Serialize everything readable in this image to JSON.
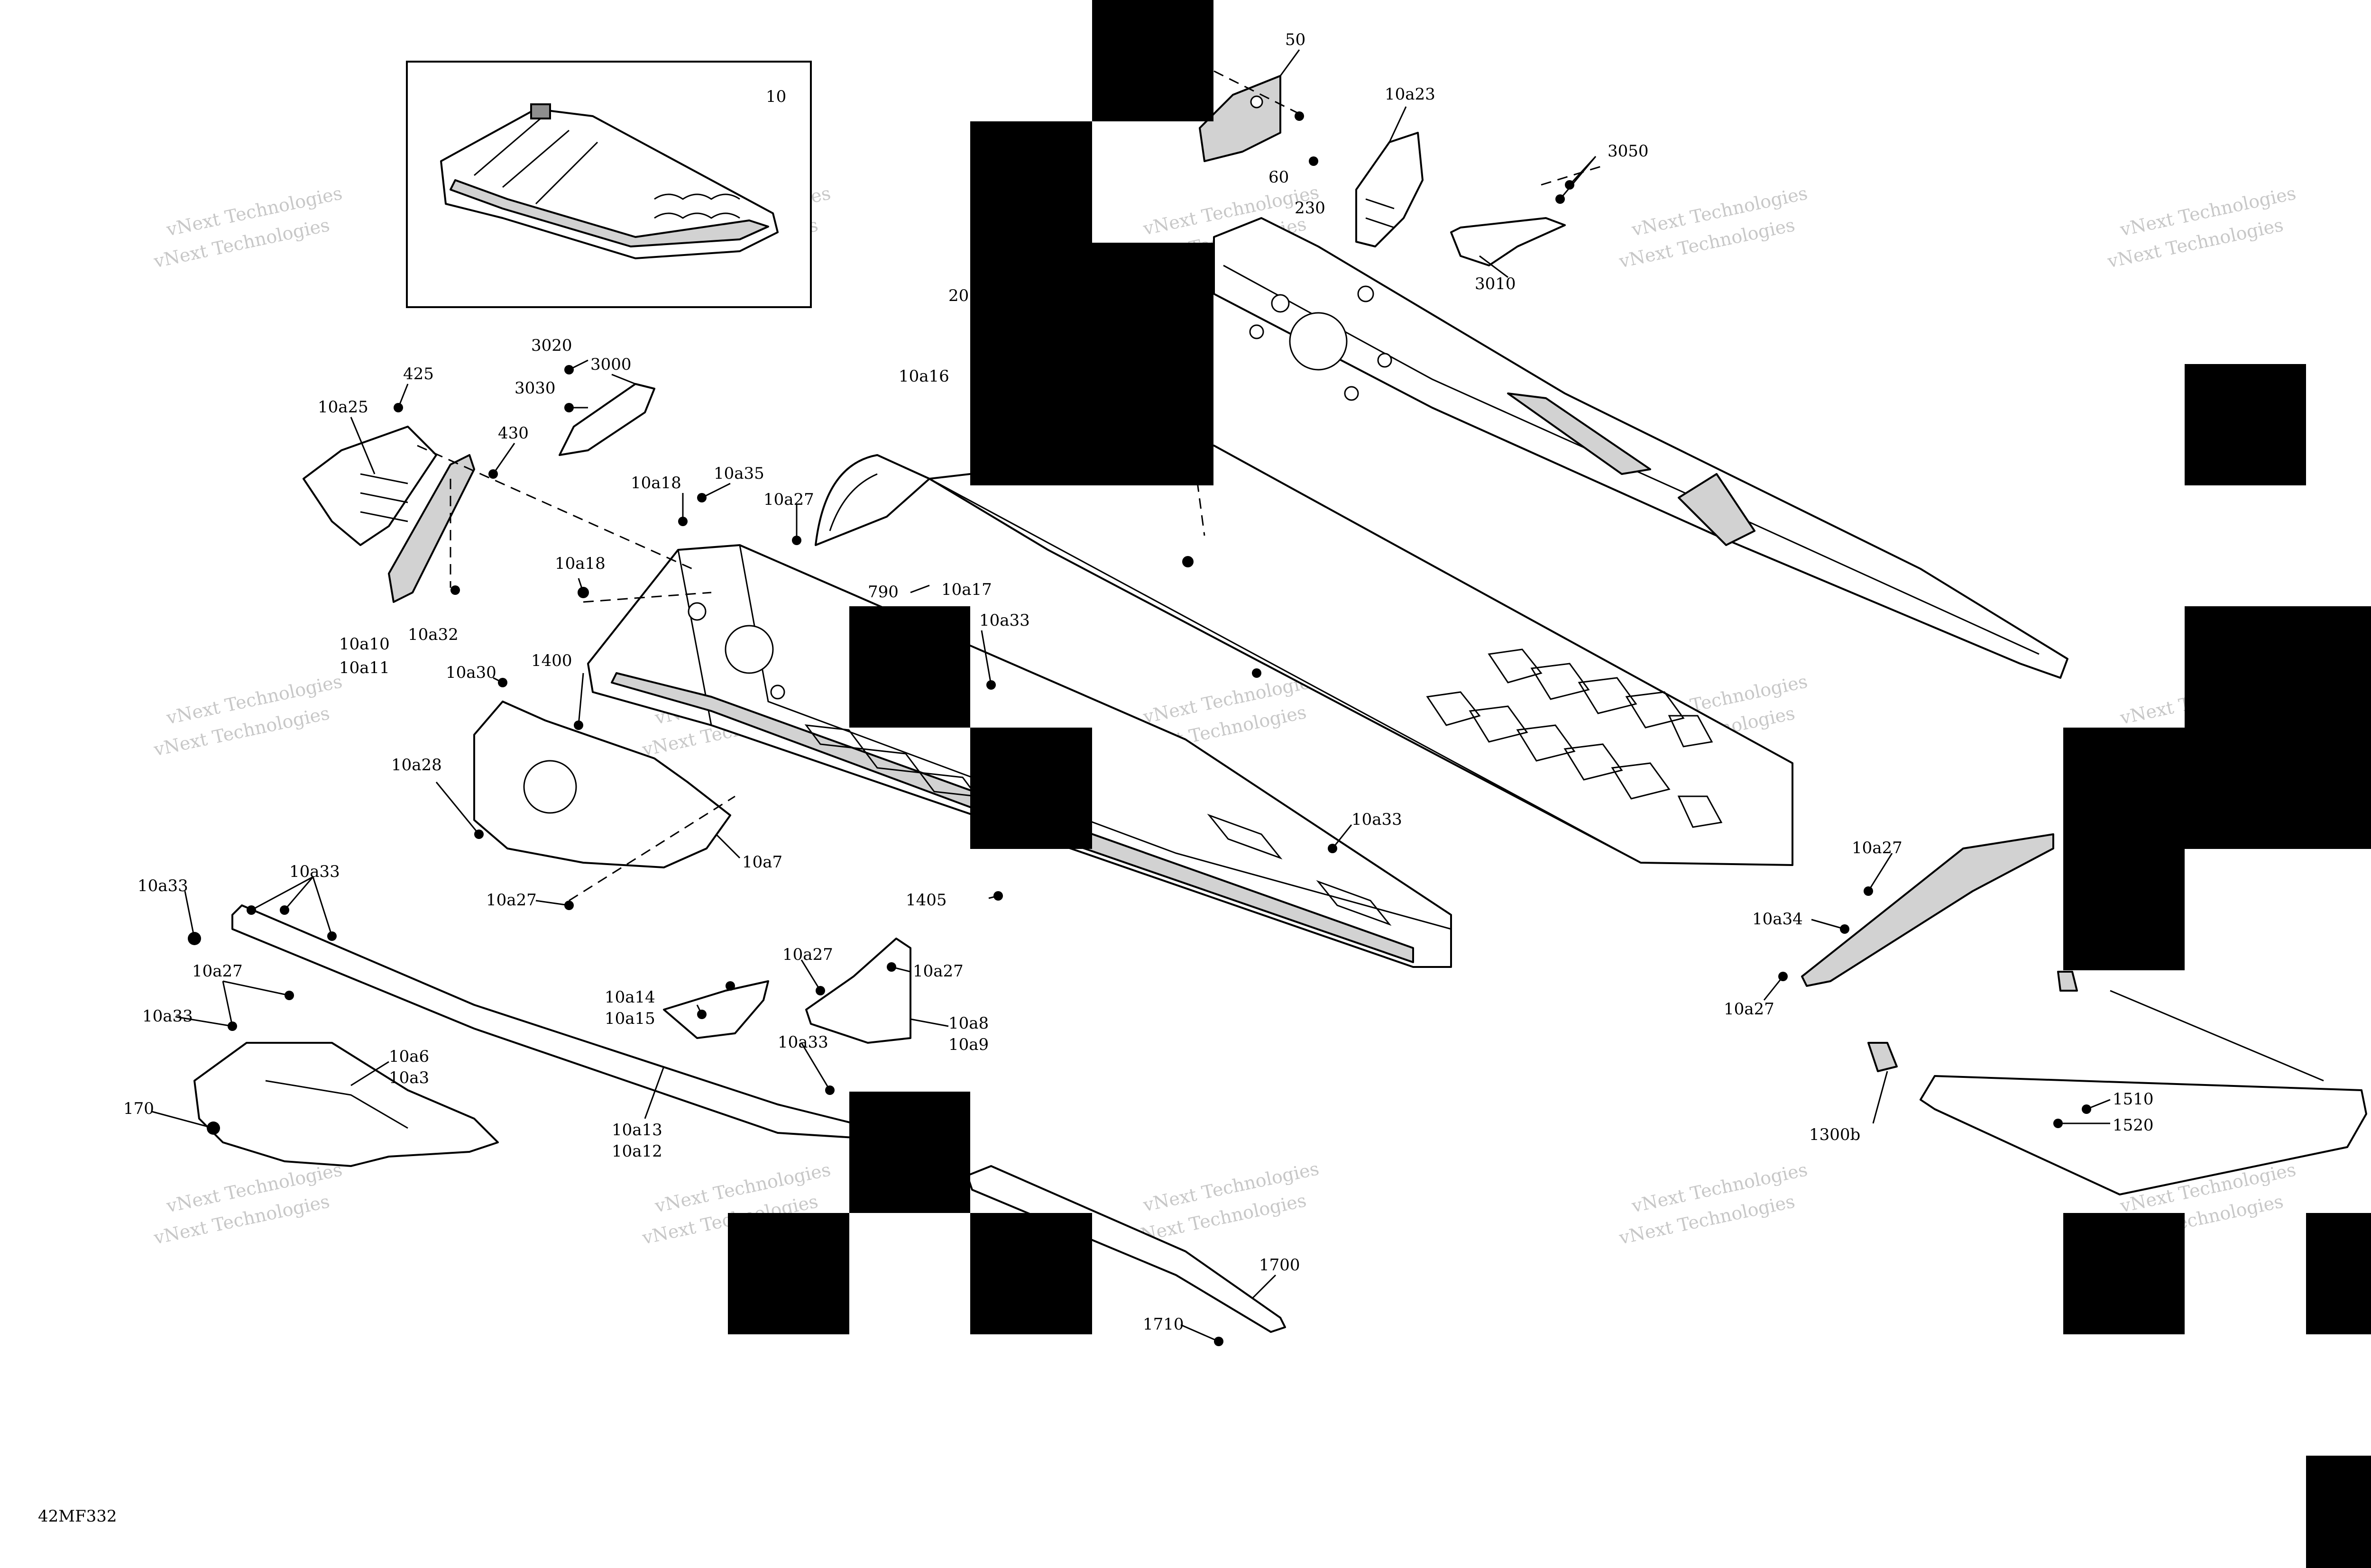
{
  "diagram_code": "42MF332",
  "watermark": "vNext Technologies",
  "callouts": {
    "c10": "10",
    "c50": "50",
    "c10a23": "10a23",
    "c60": "60",
    "c230": "230",
    "c3050": "3050",
    "c3010": "3010",
    "c20": "20",
    "c10a16": "10a16",
    "c3020": "3020",
    "c3000": "3000",
    "c3030": "3030",
    "c425": "425",
    "c10a25": "10a25",
    "c430": "430",
    "c10a18a": "10a18",
    "c10a35": "10a35",
    "c10a27a": "10a27",
    "c10a18b": "10a18",
    "c790": "790",
    "c10a17": "10a17",
    "c10a33a": "10a33",
    "c10a10": "10a10",
    "c10a11": "10a11",
    "c10a32": "10a32",
    "c10a30": "10a30",
    "c1400": "1400",
    "c10a28": "10a28",
    "c10a7": "10a7",
    "c10a27b": "10a27",
    "c10a33b": "10a33",
    "c1405": "1405",
    "c10a33c": "10a33",
    "c10a33d": "10a33",
    "c10a27c": "10a27",
    "c10a33e": "10a33",
    "c10a6": "10a6",
    "c10a3": "10a3",
    "c170": "170",
    "c10a14": "10a14",
    "c10a15": "10a15",
    "c10a27d": "10a27",
    "c10a27e": "10a27",
    "c10a8": "10a8",
    "c10a9": "10a9",
    "c10a33f": "10a33",
    "c10a13": "10a13",
    "c10a12": "10a12",
    "c1700": "1700",
    "c1710": "1710",
    "c10a27f": "10a27",
    "c10a34": "10a34",
    "c10a27g": "10a27",
    "c1300b": "1300b",
    "c1510": "1510",
    "c1520": "1520"
  }
}
